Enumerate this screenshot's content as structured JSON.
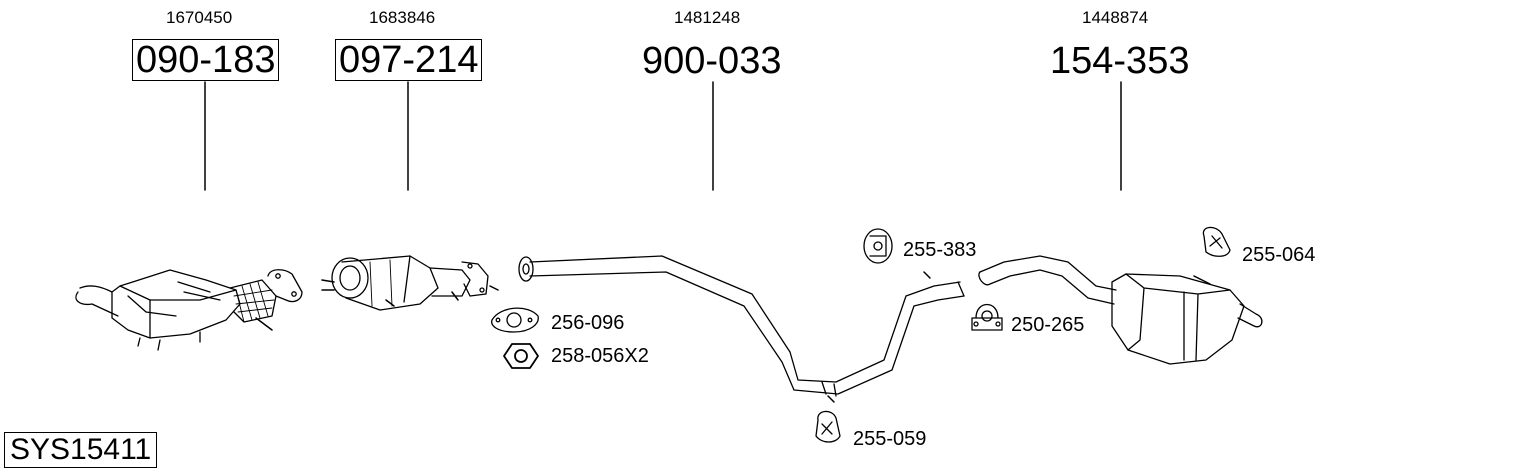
{
  "assemblies": [
    {
      "oe_number": "1670450",
      "part_number": "090-183",
      "boxed": true
    },
    {
      "oe_number": "1683846",
      "part_number": "097-214",
      "boxed": true
    },
    {
      "oe_number": "1481248",
      "part_number": "900-033",
      "boxed": false
    },
    {
      "oe_number": "1448874",
      "part_number": "154-353",
      "boxed": false
    }
  ],
  "accessories": [
    {
      "code": "256-096",
      "icon": "gasket-icon"
    },
    {
      "code": "258-056X2",
      "icon": "hex-nut-icon"
    },
    {
      "code": "255-383",
      "icon": "rubber-hanger-icon"
    },
    {
      "code": "250-265",
      "icon": "pipe-clamp-icon"
    },
    {
      "code": "255-064",
      "icon": "rubber-mount-icon"
    },
    {
      "code": "255-059",
      "icon": "rubber-mount-icon"
    }
  ],
  "system_id": "SYS15411"
}
